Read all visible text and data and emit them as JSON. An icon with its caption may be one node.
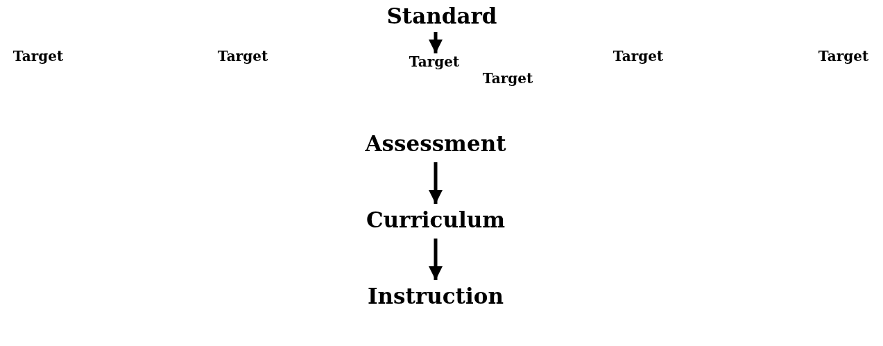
{
  "diagram": {
    "nodes": [
      {
        "text": [
          "Standard"
        ]
      },
      {
        "text": [
          "Target"
        ]
      },
      {
        "text": [
          "Target"
        ]
      },
      {
        "text": [
          "Target"
        ]
      },
      {
        "text": [
          "Target"
        ]
      },
      {
        "text": [
          "Target"
        ]
      },
      {
        "text": [
          "Target"
        ]
      },
      {
        "text": [
          "Assessment"
        ]
      },
      {
        "text": [
          "Curriculum"
        ]
      },
      {
        "text": [
          "Instruction"
        ]
      }
    ],
    "edges": [
      {
        "from": 0,
        "to": 3,
        "arrow": "to"
      },
      {
        "from": 7,
        "to": 8,
        "arrow": "to"
      },
      {
        "from": 8,
        "to": 9,
        "arrow": "to"
      }
    ]
  }
}
